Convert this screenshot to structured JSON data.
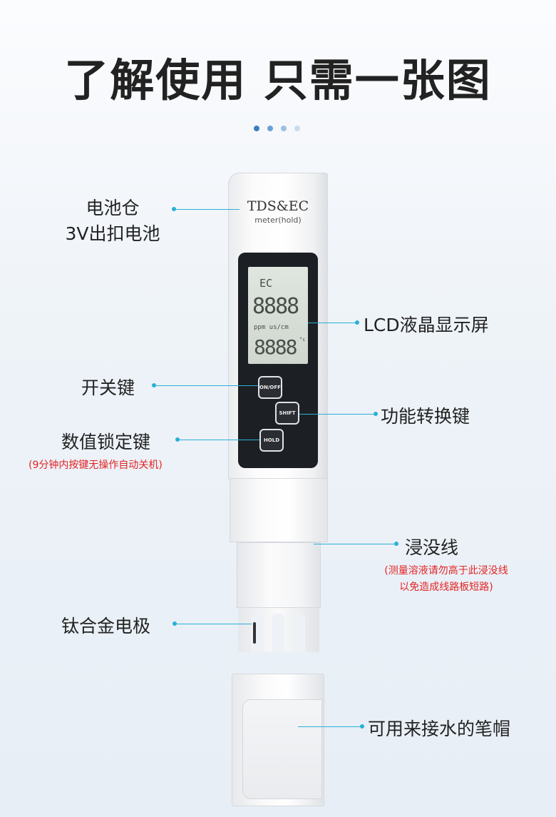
{
  "title": "了解使用 只需一张图",
  "dots": [
    "#3a7fc3",
    "#6b9fd0",
    "#9cbfe2",
    "#c8dcef"
  ],
  "device": {
    "brand": "TDS&EC",
    "brand_sub": "meter(hold)",
    "lcd_mode": "EC",
    "lcd_reading": "8888",
    "lcd_units": "ppm   us/cm",
    "lcd_reading_2": "8888",
    "lcd_degree": "°c",
    "key_onoff": "ON/OFF",
    "key_shift": "SHIFT",
    "key_hold": "HOLD"
  },
  "callouts": {
    "battery_line1": "电池仓",
    "battery_line2": "3V出扣电池",
    "lcd": "LCD液晶显示屏",
    "power": "开关键",
    "function": "功能转换键",
    "hold": "数值锁定键",
    "hold_note": "(9分钟内按键无操作自动关机)",
    "immersion": "浸没线",
    "immersion_note_1": "(测量溶液请勿高于此浸没线",
    "immersion_note_2": "以免造成线路板短路)",
    "electrode": "钛合金电极",
    "cap": "可用来接水的笔帽"
  },
  "colors": {
    "accent": "#2ab0d8",
    "note": "#e22424"
  }
}
